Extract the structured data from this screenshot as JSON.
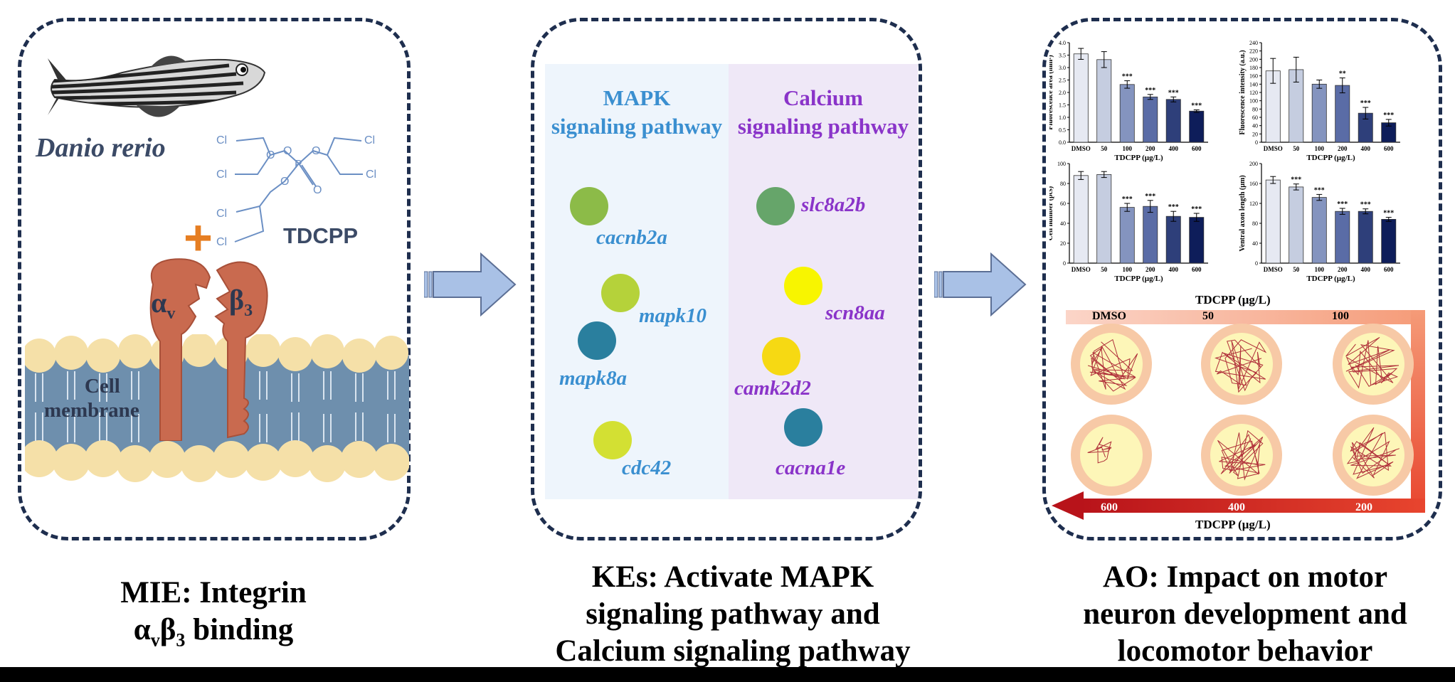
{
  "panel1": {
    "species": "Danio rerio",
    "compound": "TDCPP",
    "cl": "Cl",
    "integrin_alpha": "α",
    "integrin_alpha_sub": "v",
    "integrin_beta": "β",
    "integrin_beta_sub": "3",
    "membrane_label_1": "Cell",
    "membrane_label_2": "membrane",
    "plus": "+",
    "caption_line1": "MIE: Integrin",
    "caption_line2_a": "α",
    "caption_line2_sub1": "v",
    "caption_line2_b": "β",
    "caption_line2_sub2": "3",
    "caption_line2_c": " binding"
  },
  "panel2": {
    "mapk_title_1": "MAPK",
    "mapk_title_2": "signaling pathway",
    "calcium_title_1": "Calcium",
    "calcium_title_2": "signaling pathway",
    "mapk_genes": [
      {
        "name": "cacnb2a",
        "color": "#8cbb48"
      },
      {
        "name": "mapk10",
        "color": "#b5d23a"
      },
      {
        "name": "mapk8a",
        "color": "#2a7f9e"
      },
      {
        "name": "cdc42",
        "color": "#d3e033"
      }
    ],
    "calcium_genes": [
      {
        "name": "slc8a2b",
        "color": "#66a56a"
      },
      {
        "name": "scn8aa",
        "color": "#f8f500"
      },
      {
        "name": "camk2d2",
        "color": "#f6d913"
      },
      {
        "name": "cacna1e",
        "color": "#2a7f9e"
      }
    ],
    "caption_line1": "KEs: Activate MAPK",
    "caption_line2": "signaling pathway and",
    "caption_line3": "Calcium signaling pathway"
  },
  "panel3": {
    "chart_data": [
      {
        "type": "bar",
        "ylabel": "Fluorescence area (mm²)",
        "xlabel": "TDCPP (µg/L)",
        "categories": [
          "DMSO",
          "50",
          "100",
          "200",
          "400",
          "600"
        ],
        "values": [
          3.55,
          3.32,
          2.32,
          1.82,
          1.72,
          1.25
        ],
        "errors": [
          0.22,
          0.32,
          0.15,
          0.1,
          0.1,
          0.05
        ],
        "significance": [
          "",
          "",
          "***",
          "***",
          "***",
          "***"
        ],
        "ylim": [
          0,
          4.0
        ],
        "yticks": [
          "0.0",
          "0.5",
          "1.0",
          "1.5",
          "2.0",
          "2.5",
          "3.0",
          "3.5",
          "4.0"
        ]
      },
      {
        "type": "bar",
        "ylabel": "Fluorescence intensity (a.u.)",
        "xlabel": "TDCPP (µg/L)",
        "categories": [
          "DMSO",
          "50",
          "100",
          "200",
          "400",
          "600"
        ],
        "values": [
          172,
          175,
          140,
          137,
          70,
          47
        ],
        "errors": [
          30,
          30,
          10,
          18,
          14,
          8
        ],
        "significance": [
          "",
          "",
          "",
          "**",
          "***",
          "***"
        ],
        "ylim": [
          0,
          240
        ],
        "yticks": [
          "0",
          "20",
          "40",
          "60",
          "80",
          "100",
          "120",
          "140",
          "160",
          "180",
          "200",
          "220",
          "240"
        ]
      },
      {
        "type": "bar",
        "ylabel": "Cell number (pcs)",
        "xlabel": "TDCPP (µg/L)",
        "categories": [
          "DMSO",
          "50",
          "100",
          "200",
          "400",
          "600"
        ],
        "values": [
          88,
          89,
          56,
          57,
          47,
          46
        ],
        "errors": [
          4,
          3,
          4,
          6,
          5,
          4
        ],
        "significance": [
          "",
          "",
          "***",
          "***",
          "***",
          "***"
        ],
        "ylim": [
          0,
          100
        ],
        "yticks": [
          "0",
          "20",
          "40",
          "60",
          "80",
          "100"
        ]
      },
      {
        "type": "bar",
        "ylabel": "Ventral axon length (µm)",
        "xlabel": "TDCPP (µg/L)",
        "categories": [
          "DMSO",
          "50",
          "100",
          "200",
          "400",
          "600"
        ],
        "values": [
          167,
          153,
          132,
          104,
          104,
          88
        ],
        "errors": [
          7,
          6,
          6,
          6,
          5,
          4
        ],
        "significance": [
          "",
          "***",
          "***",
          "***",
          "***",
          "***"
        ],
        "ylim": [
          0,
          200
        ],
        "yticks": [
          "0",
          "40",
          "80",
          "120",
          "160",
          "200"
        ]
      }
    ],
    "behavior_axis_label": "TDCPP (µg/L)",
    "behavior_top_labels": [
      "DMSO",
      "50",
      "100"
    ],
    "behavior_bottom_labels": [
      "600",
      "400",
      "200"
    ],
    "behavior_bottom_axis_label": "TDCPP (µg/L)",
    "caption_line1": "AO: Impact on motor",
    "caption_line2": "neuron development and",
    "caption_line3": "locomotor behavior"
  },
  "colors": {
    "panel_border": "#1e2e4e",
    "mapk_text": "#3a8fd0",
    "calcium_text": "#8a34c9",
    "mapk_bg": "#eef5fc",
    "calcium_bg": "#efe8f7",
    "arrow_fill": "#a9c1e6",
    "protein": "#c96a4f",
    "plus": "#e67e22",
    "bar_colors": [
      "#e6e9f2",
      "#c5cde0",
      "#8494bf",
      "#5a6ca6",
      "#2e3f7a",
      "#0e1d5a"
    ]
  }
}
